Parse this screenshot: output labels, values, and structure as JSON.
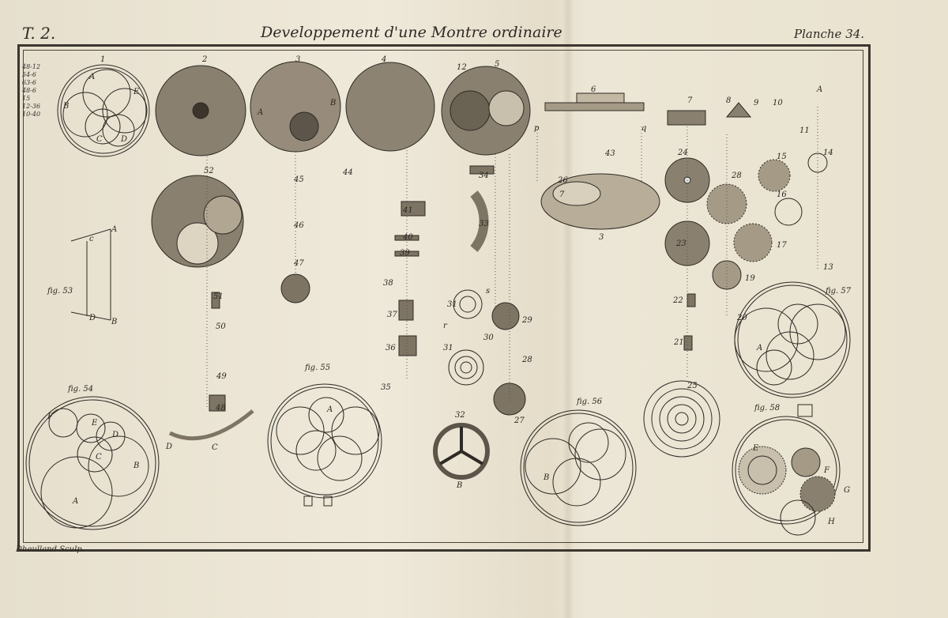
{
  "header": {
    "tome": "T. 2.",
    "title": "Developpement d'une Montre ordinaire",
    "planche": "Planche 34."
  },
  "engraver": "Dheulland Sculp.",
  "legend_numbers": [
    "48-12",
    "54-6",
    "63-6",
    "48-6",
    "15",
    "12-36",
    "10-40"
  ],
  "colors": {
    "paper": "#ebe4d3",
    "ink": "#2e2a24",
    "plate_metal": "#8a8070"
  },
  "labels": [
    "1",
    "2",
    "3",
    "4",
    "5",
    "12",
    "6",
    "7",
    "8",
    "9",
    "10",
    "11",
    "A",
    "p",
    "q",
    "43",
    "26",
    "7",
    "3",
    "24",
    "28",
    "15",
    "14",
    "16",
    "23",
    "17",
    "13",
    "19",
    "22",
    "20",
    "21",
    "25",
    "52",
    "45",
    "44",
    "34",
    "41",
    "33",
    "40",
    "39",
    "46",
    "47",
    "38",
    "37",
    "36",
    "35",
    "31",
    "30",
    "29",
    "28",
    "27",
    "32",
    "31",
    "r",
    "s",
    "B",
    "51",
    "50",
    "49",
    "48",
    "D",
    "C",
    "fig. 53",
    "fig. 54",
    "fig. 55",
    "fig. 56",
    "fig. 57",
    "fig. 58",
    "A",
    "E",
    "B",
    "C",
    "D",
    "F",
    "E",
    "D",
    "C",
    "B",
    "A",
    "c",
    "A",
    "D",
    "B",
    "A",
    "B",
    "A",
    "E",
    "F",
    "G",
    "H",
    "A",
    "B"
  ]
}
